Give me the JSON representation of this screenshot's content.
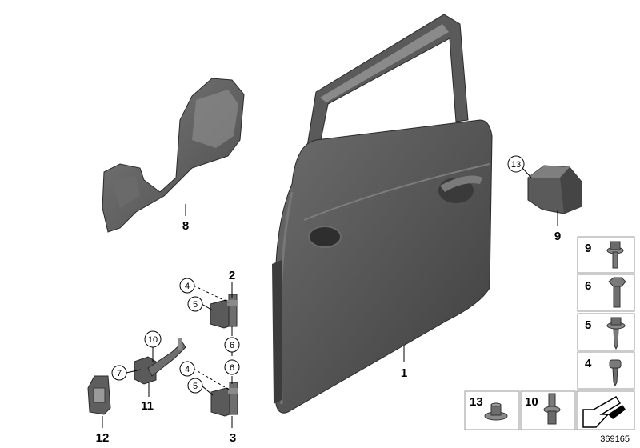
{
  "diagram": {
    "reference_number": "369165",
    "callouts": [
      {
        "id": "c1",
        "text": "1"
      },
      {
        "id": "c2",
        "text": "2"
      },
      {
        "id": "c3",
        "text": "3"
      },
      {
        "id": "c4a",
        "text": "4"
      },
      {
        "id": "c4b",
        "text": "4"
      },
      {
        "id": "c5a",
        "text": "5"
      },
      {
        "id": "c5b",
        "text": "5"
      },
      {
        "id": "c6a",
        "text": "6"
      },
      {
        "id": "c6b",
        "text": "6"
      },
      {
        "id": "c7",
        "text": "7"
      },
      {
        "id": "c8",
        "text": "8"
      },
      {
        "id": "c9",
        "text": "9"
      },
      {
        "id": "c10",
        "text": "10"
      },
      {
        "id": "c11",
        "text": "11"
      },
      {
        "id": "c12",
        "text": "12"
      },
      {
        "id": "c13",
        "text": "13"
      }
    ],
    "legend": {
      "boxes": [
        {
          "label": "9",
          "icon": "screw-with-washer-icon"
        },
        {
          "label": "6",
          "icon": "hex-bolt-icon"
        },
        {
          "label": "5",
          "icon": "flange-screw-icon"
        },
        {
          "label": "4",
          "icon": "torx-screw-icon"
        },
        {
          "label": "13",
          "icon": "expanding-rivet-icon"
        },
        {
          "label": "10",
          "icon": "stud-bolt-icon"
        },
        {
          "label": "",
          "icon": "direction-arrow-icon"
        }
      ]
    },
    "colors": {
      "part_dark": "#4a4a4a",
      "part_mid": "#5e5e5e",
      "part_light": "#7a7a7a",
      "line": "#000000",
      "box_border": "#9a9a9a"
    }
  }
}
